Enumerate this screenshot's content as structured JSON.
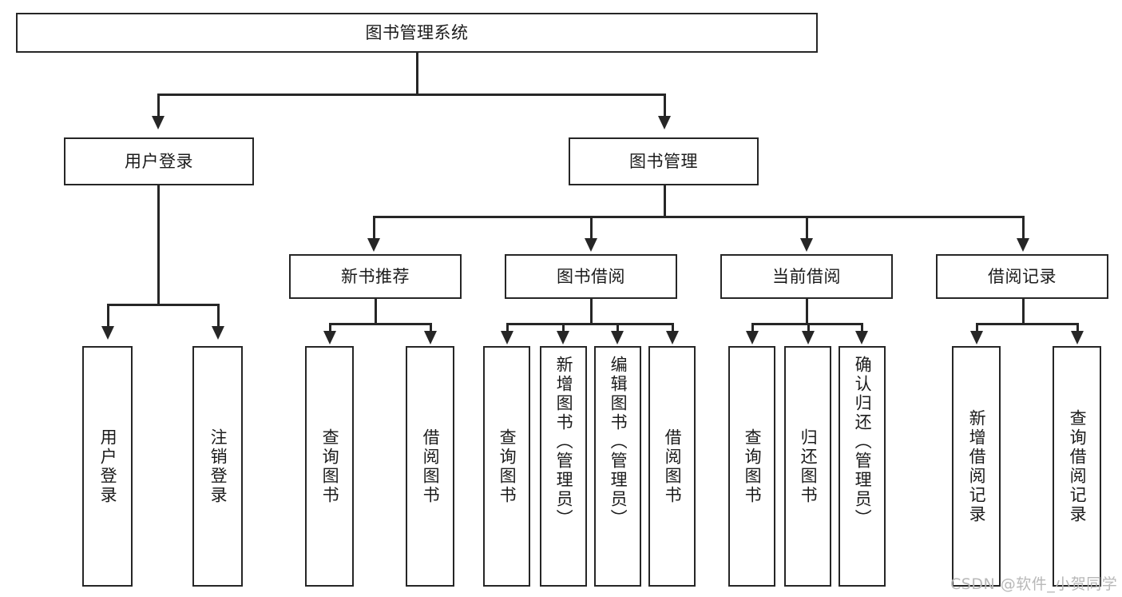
{
  "diagram": {
    "type": "tree-hierarchy",
    "title": "图书管理系统",
    "watermark": "CSDN @软件_小贺同学",
    "colors": {
      "stroke": "#262626",
      "fill": "#ffffff",
      "text": "#1b1b1b",
      "watermark": "#b8b8b8"
    },
    "root": {
      "label": "图书管理系统"
    },
    "level2": [
      {
        "label": "用户登录"
      },
      {
        "label": "图书管理"
      }
    ],
    "level3": [
      {
        "label": "新书推荐"
      },
      {
        "label": "图书借阅"
      },
      {
        "label": "当前借阅"
      },
      {
        "label": "借阅记录"
      }
    ],
    "leaves": {
      "user_login": [
        {
          "label": "用户登录"
        },
        {
          "label": "注销登录"
        }
      ],
      "new_book": [
        {
          "label": "查询图书"
        },
        {
          "label": "借阅图书"
        }
      ],
      "borrow": [
        {
          "label": "查询图书"
        },
        {
          "label": "新增图书（管理员）"
        },
        {
          "label": "编辑图书（管理员）"
        },
        {
          "label": "借阅图书"
        }
      ],
      "current": [
        {
          "label": "查询图书"
        },
        {
          "label": "归还图书"
        },
        {
          "label": "确认归还（管理员）"
        }
      ],
      "records": [
        {
          "label": "新增借阅记录"
        },
        {
          "label": "查询借阅记录"
        }
      ]
    }
  }
}
